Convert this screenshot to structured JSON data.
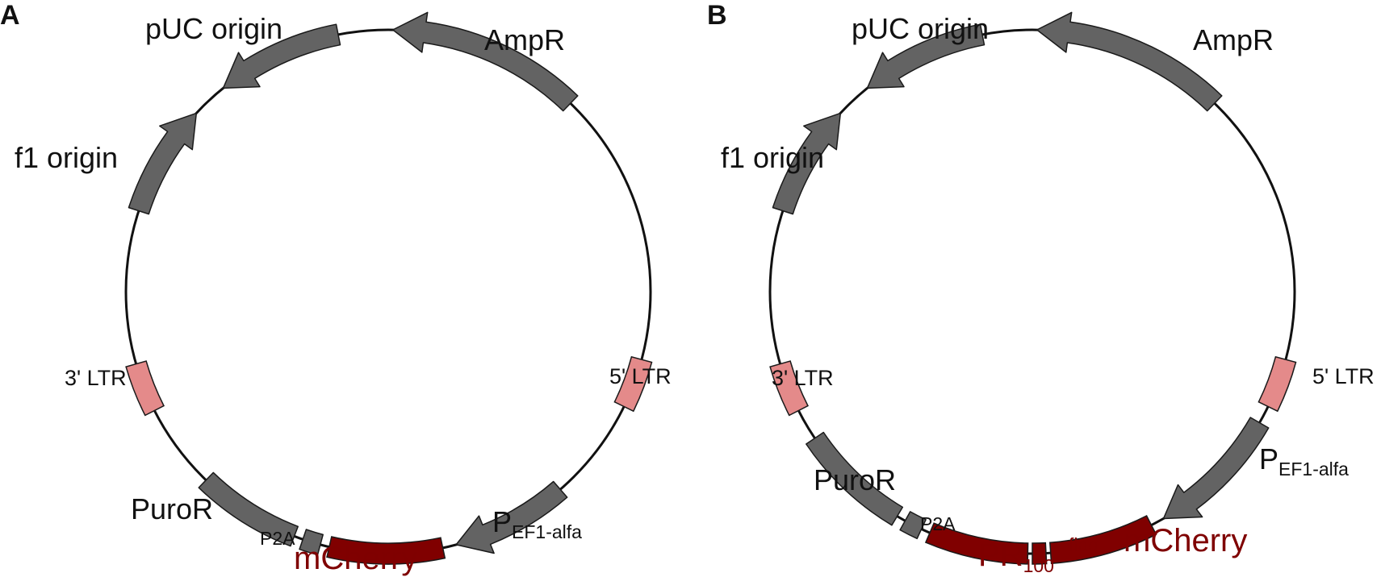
{
  "panels": [
    {
      "letter": "A",
      "labels": {
        "puc": "pUC origin",
        "ampr": "AmpR",
        "f1": "f1 origin",
        "ltr3": "3' LTR",
        "ltr5": "5' LTR",
        "puror": "PuroR",
        "p2a": "P2A",
        "mcherry": "mCherry",
        "promoter_main": "P",
        "promoter_sub": "EF1-alfa"
      }
    },
    {
      "letter": "B",
      "labels": {
        "puc": "pUC origin",
        "ampr": "AmpR",
        "f1": "f1 origin",
        "ltr3": "3' LTR",
        "ltr5": "5' LTR",
        "puror": "PuroR",
        "p2a": "P2A",
        "mcherry": "mCherry",
        "flag": "flag",
        "pr_main": "PR",
        "pr_sub": "100",
        "promoter_main": "P",
        "promoter_sub": "EF1-alfa"
      }
    }
  ],
  "colors": {
    "backbone": "#111111",
    "feature_gray": "#636363",
    "ltr_pink": "#e48a8a",
    "insert_red": "#800000",
    "label_red": "#7f0000"
  }
}
